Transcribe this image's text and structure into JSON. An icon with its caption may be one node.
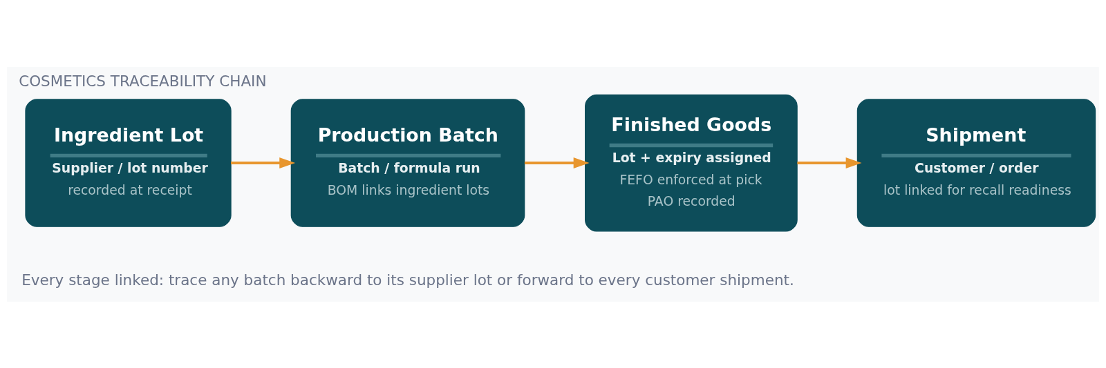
{
  "diagram": {
    "title": "COSMETICS TRACEABILITY CHAIN",
    "caption": "Every stage linked: trace any batch backward to its supplier lot or forward to every customer shipment.",
    "nodes": [
      {
        "text": [
          "Ingredient Lot",
          "Supplier / lot number",
          "recorded at receipt"
        ]
      },
      {
        "text": [
          "Production Batch",
          "Batch / formula run",
          "BOM links ingredient lots"
        ]
      },
      {
        "text": [
          "Finished Goods",
          "Lot + expiry assigned",
          "FEFO enforced at pick",
          "PAO recorded"
        ]
      },
      {
        "text": [
          "Shipment",
          "Customer / order",
          "lot linked for recall readiness"
        ]
      }
    ],
    "edges": [
      {
        "from": 0,
        "to": 1,
        "arrow": "to"
      },
      {
        "from": 1,
        "to": 2,
        "arrow": "to"
      },
      {
        "from": 2,
        "to": 3,
        "arrow": "to"
      }
    ]
  }
}
